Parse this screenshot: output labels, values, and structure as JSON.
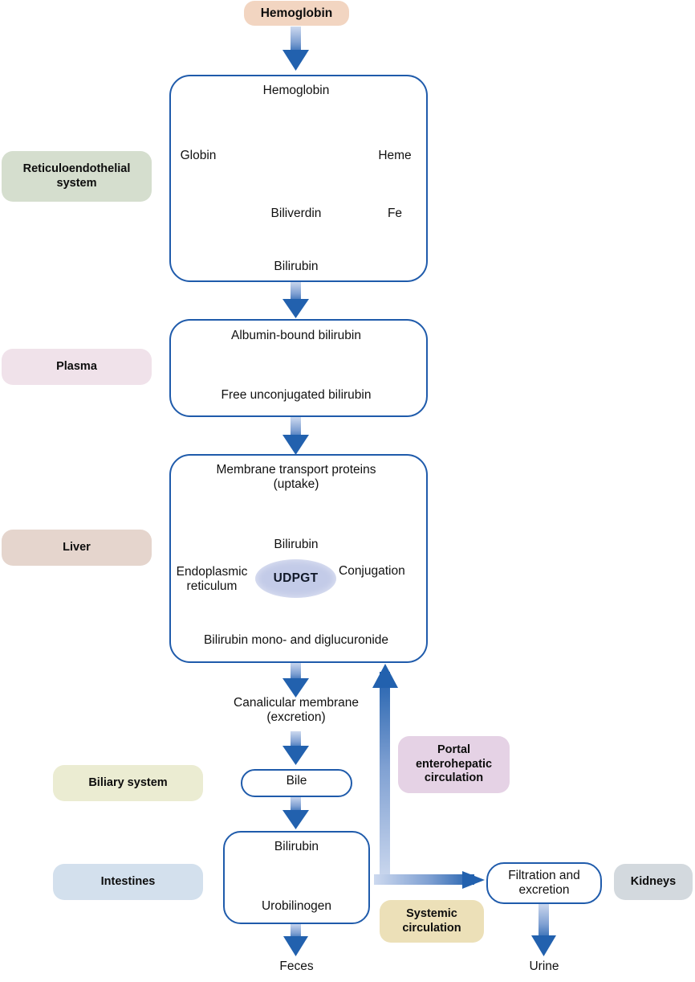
{
  "diagram": {
    "title_badge": {
      "label": "Hemoglobin",
      "color": "#f2d5c1"
    },
    "compartments": [
      {
        "name": "reticuloendothelial-system",
        "label": "Reticuloendothelial\nsystem",
        "color": "#d5dece"
      },
      {
        "name": "plasma",
        "label": "Plasma",
        "color": "#f0e2ea"
      },
      {
        "name": "liver",
        "label": "Liver",
        "color": "#e5d5cd"
      },
      {
        "name": "biliary-system",
        "label": "Biliary system",
        "color": "#ebecd2"
      },
      {
        "name": "intestines",
        "label": "Intestines",
        "color": "#d3e0ed"
      },
      {
        "name": "kidneys",
        "label": "Kidneys",
        "color": "#d3d9de"
      },
      {
        "name": "portal-enterohepatic-circulation",
        "label": "Portal\nenterohepatic\ncirculation",
        "color": "#e5d2e5"
      },
      {
        "name": "systemic-circulation",
        "label": "Systemic\ncirculation",
        "color": "#ece0b8"
      }
    ],
    "nodes": {
      "hemoglobin_res": "Hemoglobin",
      "globin": "Globin",
      "heme": "Heme",
      "biliverdin": "Biliverdin",
      "fe": "Fe",
      "bilirubin_res": "Bilirubin",
      "albumin_bound_bilirubin": "Albumin-bound bilirubin",
      "free_unconjugated_bilirubin": "Free unconjugated bilirubin",
      "membrane_transport_proteins": "Membrane transport proteins\n(uptake)",
      "bilirubin_liver": "Bilirubin",
      "endoplasmic_reticulum": "Endoplasmic\nreticulum",
      "udpgt": "UDPGT",
      "conjugation": "Conjugation",
      "bilirubin_mono_di": "Bilirubin mono- and diglucuronide",
      "canalicular_membrane": "Canalicular membrane\n(excretion)",
      "bile": "Bile",
      "bilirubin_intestine": "Bilirubin",
      "urobilinogen": "Urobilinogen",
      "feces": "Feces",
      "filtration_and_excretion": "Filtration and\nexcretion",
      "urine": "Urine"
    },
    "colors": {
      "box_border": "#1f5bab",
      "arrow_dark": "#2261ae",
      "arrow_light": "#cdd9ef",
      "udpgt_fill": "#c3cbe8",
      "background": "#ffffff"
    }
  }
}
